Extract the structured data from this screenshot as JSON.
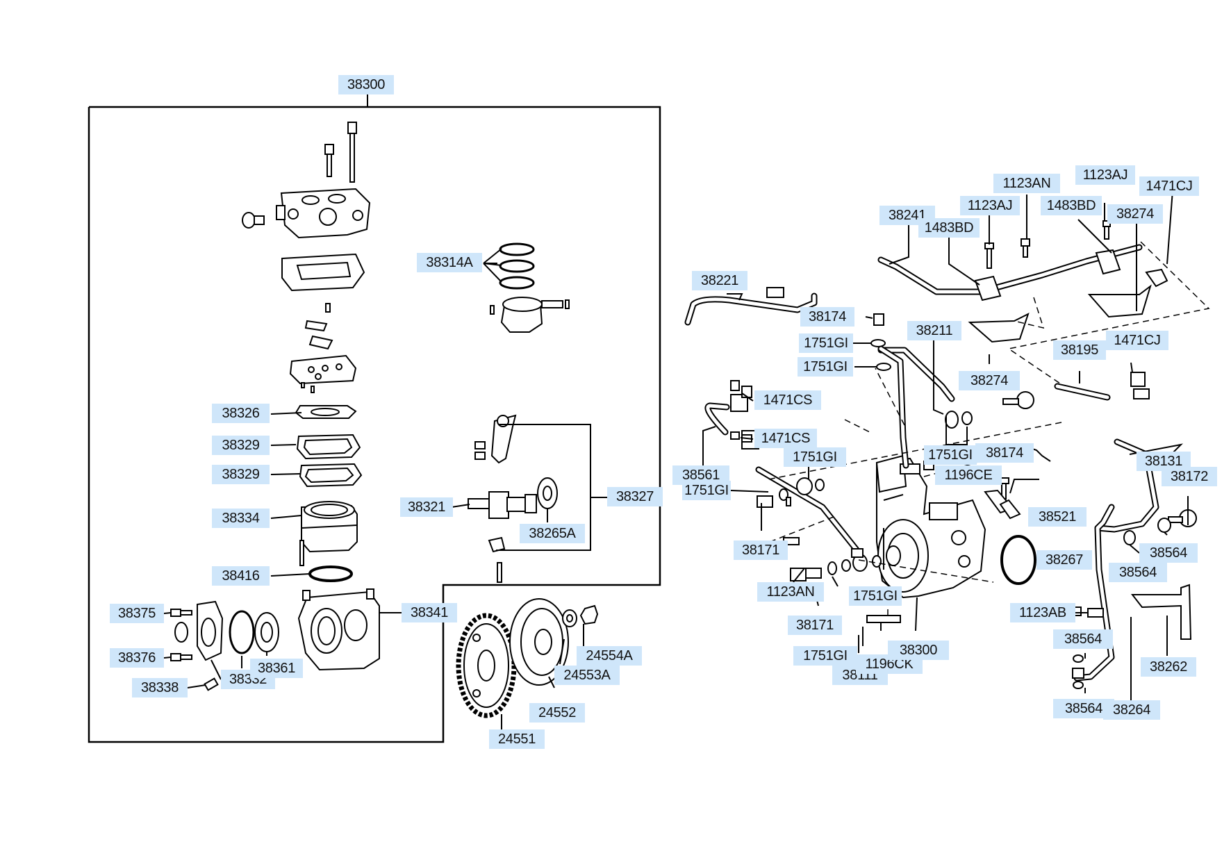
{
  "callouts": {
    "p38300_top": "38300",
    "p38314A": "38314A",
    "p38326": "38326",
    "p38329_a": "38329",
    "p38329_b": "38329",
    "p38334": "38334",
    "p38416": "38416",
    "p38375": "38375",
    "p38376": "38376",
    "p38338": "38338",
    "p38332": "38332",
    "p38361": "38361",
    "p38341": "38341",
    "p38321": "38321",
    "p38327": "38327",
    "p38265A": "38265A",
    "p24554A": "24554A",
    "p24553A": "24553A",
    "p24552": "24552",
    "p24551": "24551",
    "p38221": "38221",
    "p38241": "38241",
    "p1483BD_a": "1483BD",
    "p1123AJ_a": "1123AJ",
    "p1123AN_a": "1123AN",
    "p1483BD_b": "1483BD",
    "p1123AJ_b": "1123AJ",
    "p38274_a": "38274",
    "p1471CJ_a": "1471CJ",
    "p38174_a": "38174",
    "p1751GI_a": "1751GI",
    "p1751GI_b": "1751GI",
    "p38211": "38211",
    "p38274_b": "38274",
    "p38195": "38195",
    "p1471CJ_b": "1471CJ",
    "p1471CS_a": "1471CS",
    "p1471CS_b": "1471CS",
    "p38561": "38561",
    "p1751GI_c": "1751GI",
    "p1751GI_d": "1751GI",
    "p1751GI_e": "1751GI",
    "p38174_b": "38174",
    "p1196CE": "1196CE",
    "p38521": "38521",
    "p38131": "38131",
    "p38172": "38172",
    "p38171_a": "38171",
    "p1123AN_b": "1123AN",
    "p38267": "38267",
    "p38564_a": "38564",
    "p38564_b": "38564",
    "p1751GI_f": "1751GI",
    "p38171_b": "38171",
    "p1751GI_g": "1751GI",
    "p38111": "38111",
    "p1196CK": "1196CK",
    "p38300_b": "38300",
    "p1123AB": "1123AB",
    "p38564_c": "38564",
    "p38262": "38262",
    "p38564_d": "38564",
    "p38264": "38264"
  },
  "colors": {
    "label_fill": "#cfe6fa",
    "line": "#000000"
  }
}
